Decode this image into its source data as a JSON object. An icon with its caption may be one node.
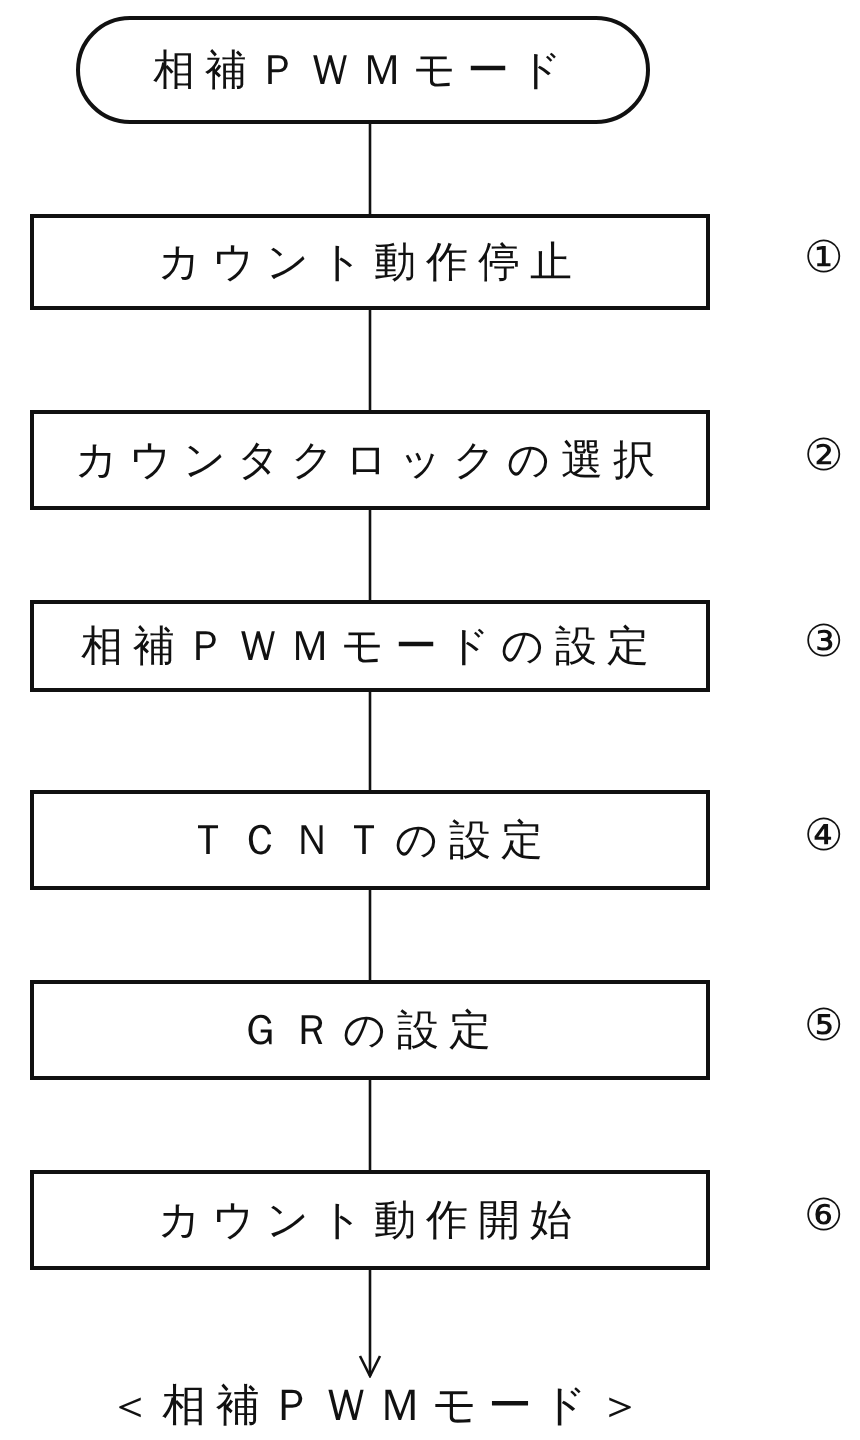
{
  "diagram": {
    "nodes": [
      {
        "text": [
          "相補ＰＷＭモード"
        ]
      },
      {
        "text": [
          "カウント動作停止"
        ],
        "beside": [
          "①"
        ]
      },
      {
        "text": [
          "カウンタクロックの選択"
        ],
        "beside": [
          "②"
        ]
      },
      {
        "text": [
          "相補ＰＷＭモードの設定"
        ],
        "beside": [
          "③"
        ]
      },
      {
        "text": [
          "ＴＣＮＴの設定"
        ],
        "beside": [
          "④"
        ]
      },
      {
        "text": [
          "ＧＲの設定"
        ],
        "beside": [
          "⑤"
        ]
      },
      {
        "text": [
          "カウント動作開始"
        ],
        "beside": [
          "⑥"
        ]
      },
      {
        "text": [
          "＜相補ＰＷＭモード＞"
        ]
      }
    ],
    "edges": [
      {
        "from": 0,
        "to": 1,
        "arrow": "none"
      },
      {
        "from": 1,
        "to": 2,
        "arrow": "none"
      },
      {
        "from": 2,
        "to": 3,
        "arrow": "none"
      },
      {
        "from": 3,
        "to": 4,
        "arrow": "none"
      },
      {
        "from": 4,
        "to": 5,
        "arrow": "none"
      },
      {
        "from": 5,
        "to": 6,
        "arrow": "none"
      },
      {
        "from": 6,
        "to": 7,
        "arrow": "to"
      }
    ]
  }
}
